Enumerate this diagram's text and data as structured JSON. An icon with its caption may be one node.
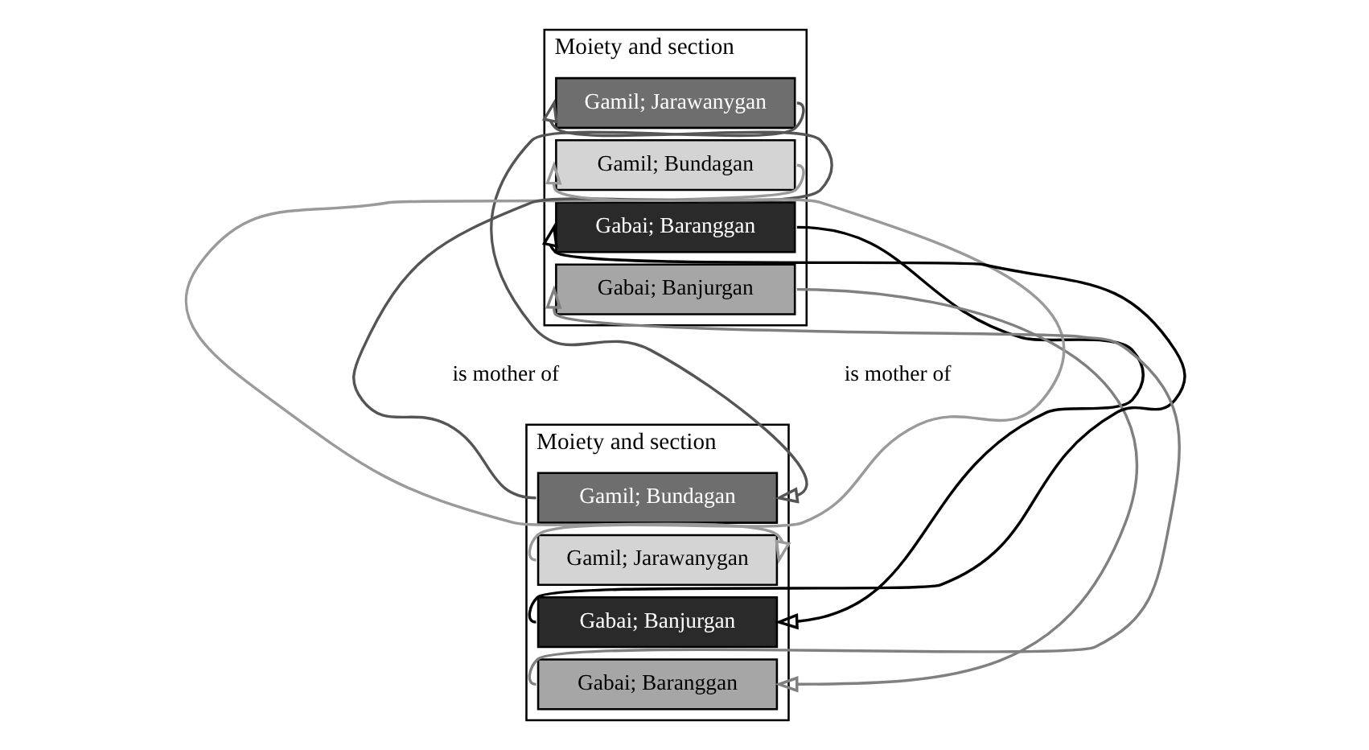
{
  "diagram": {
    "nodes": [
      {
        "text": [
          "Moiety and section"
        ]
      },
      {
        "text": [
          "Gamil; Jarawanygan"
        ],
        "in": 0
      },
      {
        "text": [
          "Gamil; Bundagan"
        ],
        "in": 0
      },
      {
        "text": [
          "Gabai; Baranggan"
        ],
        "in": 0
      },
      {
        "text": [
          "Gabai; Banjurgan"
        ],
        "in": 0
      },
      {
        "text": [
          "Moiety and section"
        ]
      },
      {
        "text": [
          "Gamil; Bundagan"
        ],
        "in": 5
      },
      {
        "text": [
          "Gamil; Jarawanygan"
        ],
        "in": 5
      },
      {
        "text": [
          "Gabai; Banjurgan"
        ],
        "in": 5
      },
      {
        "text": [
          "Gabai; Baranggan"
        ],
        "in": 5
      }
    ],
    "edges": [
      {
        "from": 1,
        "to": 6,
        "arrow": "to",
        "color": "#555555"
      },
      {
        "from": 2,
        "to": 7,
        "arrow": "to",
        "color": "#9a9a9a"
      },
      {
        "from": 3,
        "to": 8,
        "arrow": "to",
        "color": "#000000"
      },
      {
        "from": 4,
        "to": 9,
        "arrow": "to",
        "color": "#808080"
      },
      {
        "from": 6,
        "to": 1,
        "arrow": "to",
        "color": "#555555"
      },
      {
        "from": 7,
        "to": 2,
        "arrow": "to",
        "color": "#9a9a9a"
      },
      {
        "from": 8,
        "to": 3,
        "arrow": "to",
        "color": "#000000"
      },
      {
        "from": 9,
        "to": 4,
        "arrow": "to",
        "color": "#808080"
      }
    ],
    "labels": [
      "is mother of",
      "is mother of"
    ]
  }
}
